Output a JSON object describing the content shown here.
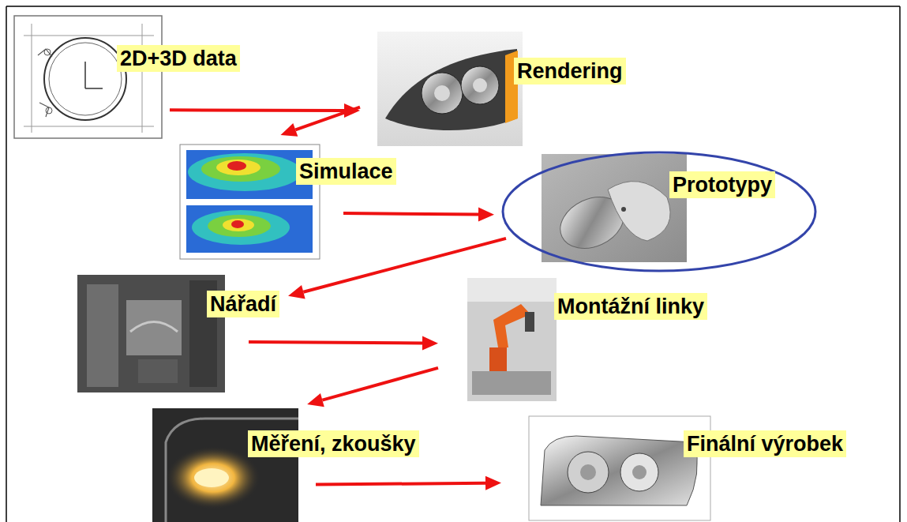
{
  "diagram": {
    "nodes": [
      {
        "text": [
          "2D+3D data"
        ]
      },
      {
        "text": [
          "Rendering"
        ]
      },
      {
        "text": [
          "Simulace"
        ]
      },
      {
        "text": [
          "Prototypy"
        ]
      },
      {
        "text": [
          "Nářadí"
        ]
      },
      {
        "text": [
          "Montážní linky"
        ]
      },
      {
        "text": [
          "Měření, zkoušky"
        ]
      },
      {
        "text": [
          "Finální výrobek"
        ]
      }
    ],
    "edges": [
      {
        "from": 0,
        "to": 1,
        "arrow": "to"
      },
      {
        "from": 1,
        "to": 2,
        "arrow": "to"
      },
      {
        "from": 2,
        "to": 3,
        "arrow": "to"
      },
      {
        "from": 3,
        "to": 4,
        "arrow": "to"
      },
      {
        "from": 4,
        "to": 5,
        "arrow": "to"
      },
      {
        "from": 5,
        "to": 6,
        "arrow": "to"
      },
      {
        "from": 6,
        "to": 7,
        "arrow": "to"
      }
    ]
  }
}
